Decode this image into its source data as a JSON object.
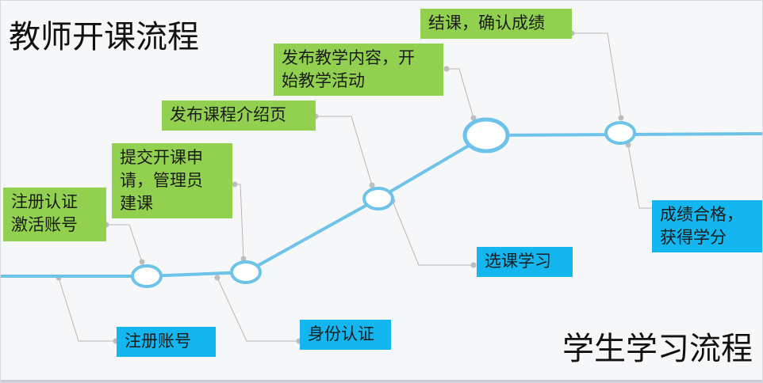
{
  "teacher_flow": {
    "title": "教师开课流程",
    "steps": [
      "注册认证\n激活账号",
      "提交开课申\n请，管理员\n建课",
      "发布课程介绍页",
      "发布教学内容，开\n始教学活动",
      "结课，确认成绩"
    ]
  },
  "student_flow": {
    "title": "学生学习流程",
    "steps": [
      "注册账号",
      "身份认证",
      "选课学习",
      "成绩合格，\n获得学分"
    ]
  },
  "colors": {
    "teacher_box": "#92d050",
    "student_box": "#14b6f0",
    "track": "#6ec3e8",
    "connector": "#b7b7b7"
  }
}
